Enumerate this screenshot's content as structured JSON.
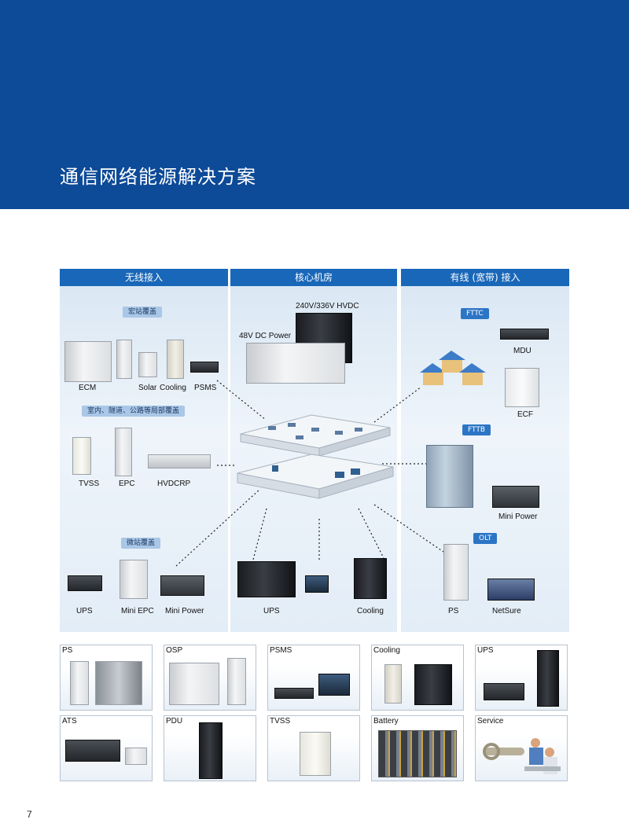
{
  "banner": {
    "title": "通信网络能源解决方案",
    "color": "#0d4a97"
  },
  "columns": [
    {
      "title": "无线接入"
    },
    {
      "title": "核心机房"
    },
    {
      "title": "有线 (宽带) 接入"
    }
  ],
  "wireless": {
    "tags": [
      "宏站覆盖",
      "室内、隧道、公路等局部覆盖",
      "微站覆盖"
    ],
    "labels": {
      "ecm": "ECM",
      "solar": "Solar",
      "cooling": "Cooling",
      "psms": "PSMS",
      "tvss": "TVSS",
      "epc": "EPC",
      "hvdcrp": "HVDCRP",
      "ups": "UPS",
      "mini_epc": "Mini EPC",
      "mini_power": "Mini Power"
    }
  },
  "core": {
    "labels": {
      "hvdc": "240V/336V HVDC",
      "dc48": "48V DC Power",
      "ups": "UPS",
      "cooling": "Cooling"
    }
  },
  "wired": {
    "tags": [
      "FTTC",
      "FTTB",
      "OLT"
    ],
    "labels": {
      "mdu": "MDU",
      "ecf": "ECF",
      "mini_power": "Mini Power",
      "ps": "PS",
      "netsure": "NetSure"
    }
  },
  "tiles": [
    "PS",
    "OSP",
    "PSMS",
    "Cooling",
    "UPS",
    "ATS",
    "PDU",
    "TVSS",
    "Battery",
    "Service"
  ],
  "page_number": "7",
  "colors": {
    "header": "#1967b8",
    "tag_light": "#a9c7e6",
    "tag_dark": "#2c75c5"
  }
}
